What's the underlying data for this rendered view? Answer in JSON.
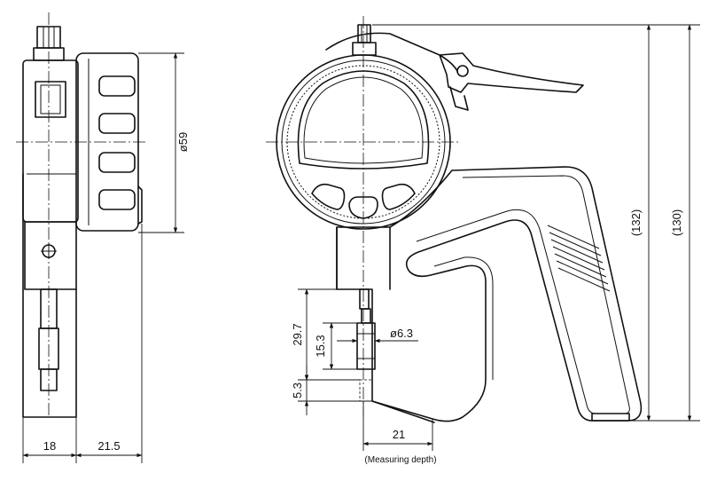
{
  "dimensions": {
    "thickness": "18",
    "offset": "21.5",
    "dial_diameter": "ø59",
    "height_inner": "(132)",
    "height_outer": "(130)",
    "jaw_height": "29.7",
    "spindle_length": "15.3",
    "spindle_diameter": "ø6.3",
    "anvil_gap": "5.3",
    "throat_depth": "21",
    "throat_depth_caption": "(Measuring depth)"
  }
}
